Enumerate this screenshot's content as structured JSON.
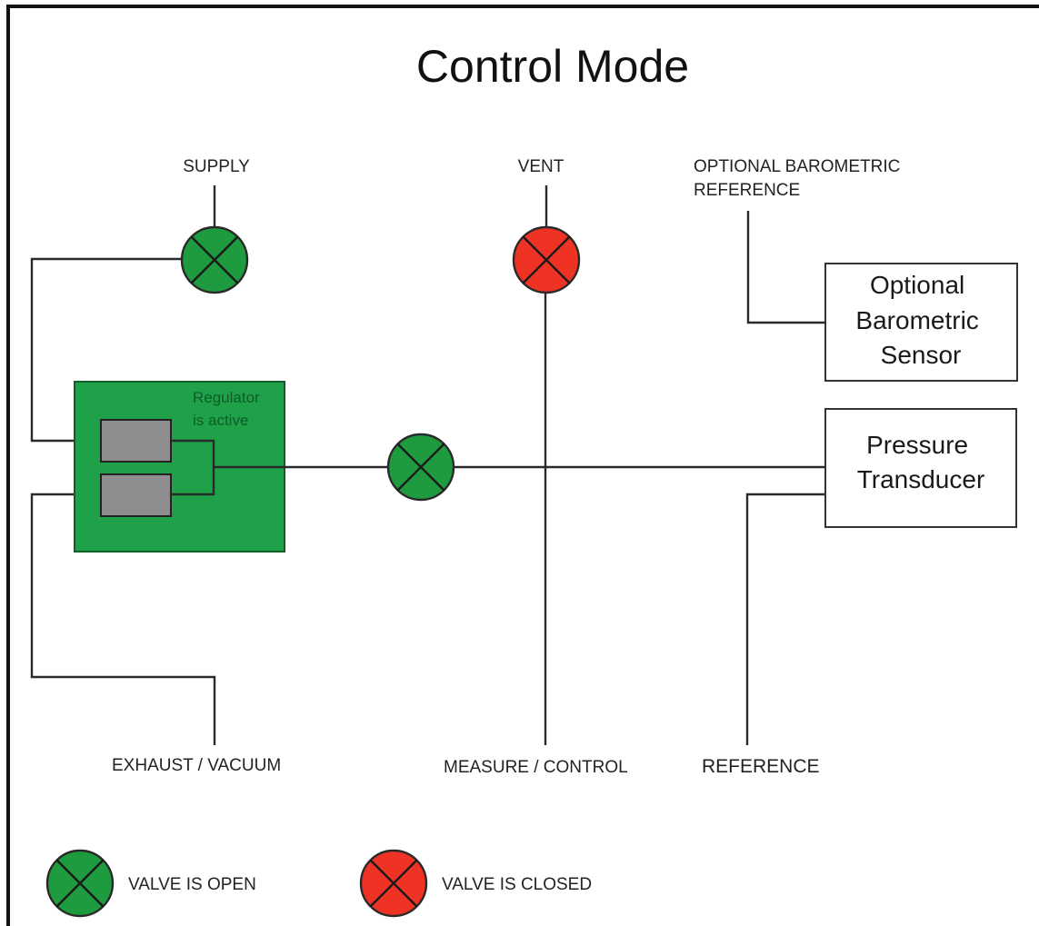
{
  "title": "Control Mode",
  "colors": {
    "open": "#1e9b3f",
    "closed": "#ee3224",
    "regulator_fill": "#1ea148",
    "regulator_text": "#0f5d27",
    "solenoid_fill": "#8e8e90",
    "frame": "#111111"
  },
  "ports": {
    "supply": "SUPPLY",
    "vent": "VENT",
    "optional_barometric_reference": [
      "OPTIONAL BAROMETRIC",
      "REFERENCE"
    ],
    "exhaust_vacuum": "EXHAUST / VACUUM",
    "measure_control": "MEASURE / CONTROL",
    "reference": "REFERENCE"
  },
  "components": {
    "optional_barometric_sensor": [
      "Optional",
      "Barometric",
      "Sensor"
    ],
    "pressure_transducer": [
      "Pressure",
      "Transducer"
    ],
    "regulator": [
      "Regulator",
      "is active"
    ]
  },
  "valves": {
    "supply": "open",
    "vent": "closed",
    "measure": "open"
  },
  "legend": {
    "open": "VALVE IS OPEN",
    "closed": "VALVE IS CLOSED"
  }
}
